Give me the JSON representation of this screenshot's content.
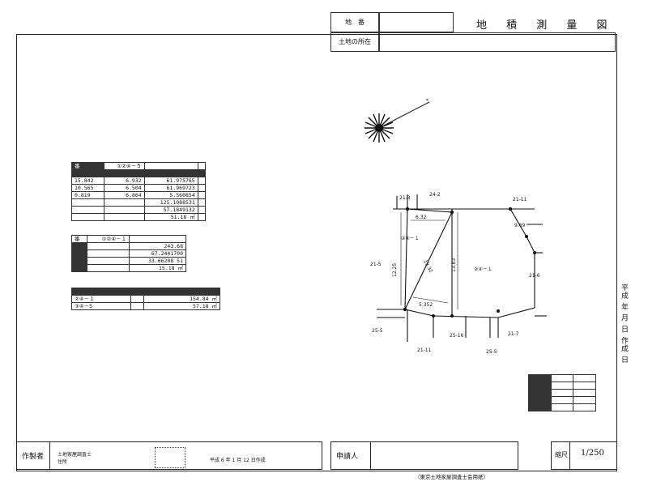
{
  "header": {
    "title": "地 積 測 量 図",
    "field_1_label": "地　番",
    "field_2_label": "土地の所在",
    "field_1_value": "",
    "field_2_value": ""
  },
  "tables": {
    "coord_table": {
      "rows": [
        [
          "番",
          "①②④－５",
          "",
          ""
        ],
        [
          "",
          "",
          "",
          ""
        ],
        [
          "15.842",
          "6.932",
          "61.975765",
          ""
        ],
        [
          "10.565",
          "6.504",
          "61.969723",
          ""
        ],
        [
          "0.819",
          "6.864",
          "5.560854",
          ""
        ],
        [
          "",
          "",
          "125.1088531",
          ""
        ],
        [
          "",
          "",
          "57.1849132",
          ""
        ],
        [
          "",
          "",
          "51.18 ㎡",
          ""
        ]
      ]
    },
    "area_table": {
      "rows": [
        [
          "番",
          "①②④－１",
          ""
        ],
        [
          "",
          "",
          "243.68"
        ],
        [
          "",
          "",
          "67.2441700"
        ],
        [
          "",
          "",
          "33.66208 51"
        ],
        [
          "",
          "",
          "15.18 ㎡"
        ]
      ]
    },
    "summary_table": {
      "rows": [
        [
          "",
          "",
          ""
        ],
        [
          "②④－１",
          "",
          "154.84 ㎡"
        ],
        [
          "③④－5",
          "",
          "57.18 ㎡"
        ]
      ]
    },
    "legend_table": {
      "rows": [
        [
          "",
          "",
          ""
        ],
        [
          "",
          "",
          ""
        ],
        [
          "",
          "",
          ""
        ],
        [
          "",
          "",
          ""
        ],
        [
          "",
          "",
          ""
        ]
      ]
    }
  },
  "plot_labels": {
    "top_left": "21-3",
    "top_mid": "24-2",
    "top_right": "21-11",
    "left": "21-5",
    "right": "21-6",
    "center": "②④－１",
    "parcel_b": "②④－１",
    "bottom_left": "25-5",
    "bottom_mid": "25-16",
    "bottom_right": "21-7",
    "below_left": "21-11",
    "below_right": "25-5",
    "side_a": "12.25",
    "side_b": "13.83",
    "side_c": "13.32",
    "side_d": "5.352",
    "side_e": "6.32",
    "side_f": "9.69"
  },
  "vertical_note": "平成 年 月 日 作成 日",
  "footer": {
    "maker_label": "作製者",
    "maker_name": "土地家屋調査士",
    "maker_addr": "住所",
    "date_text": "平成 6 年 1 月 12 日作成",
    "applicant_label": "申請人",
    "applicant_value": "",
    "scale_label": "縮尺",
    "scale_value": "1/250",
    "caption": "（東京土地家屋調査士会用紙）"
  }
}
